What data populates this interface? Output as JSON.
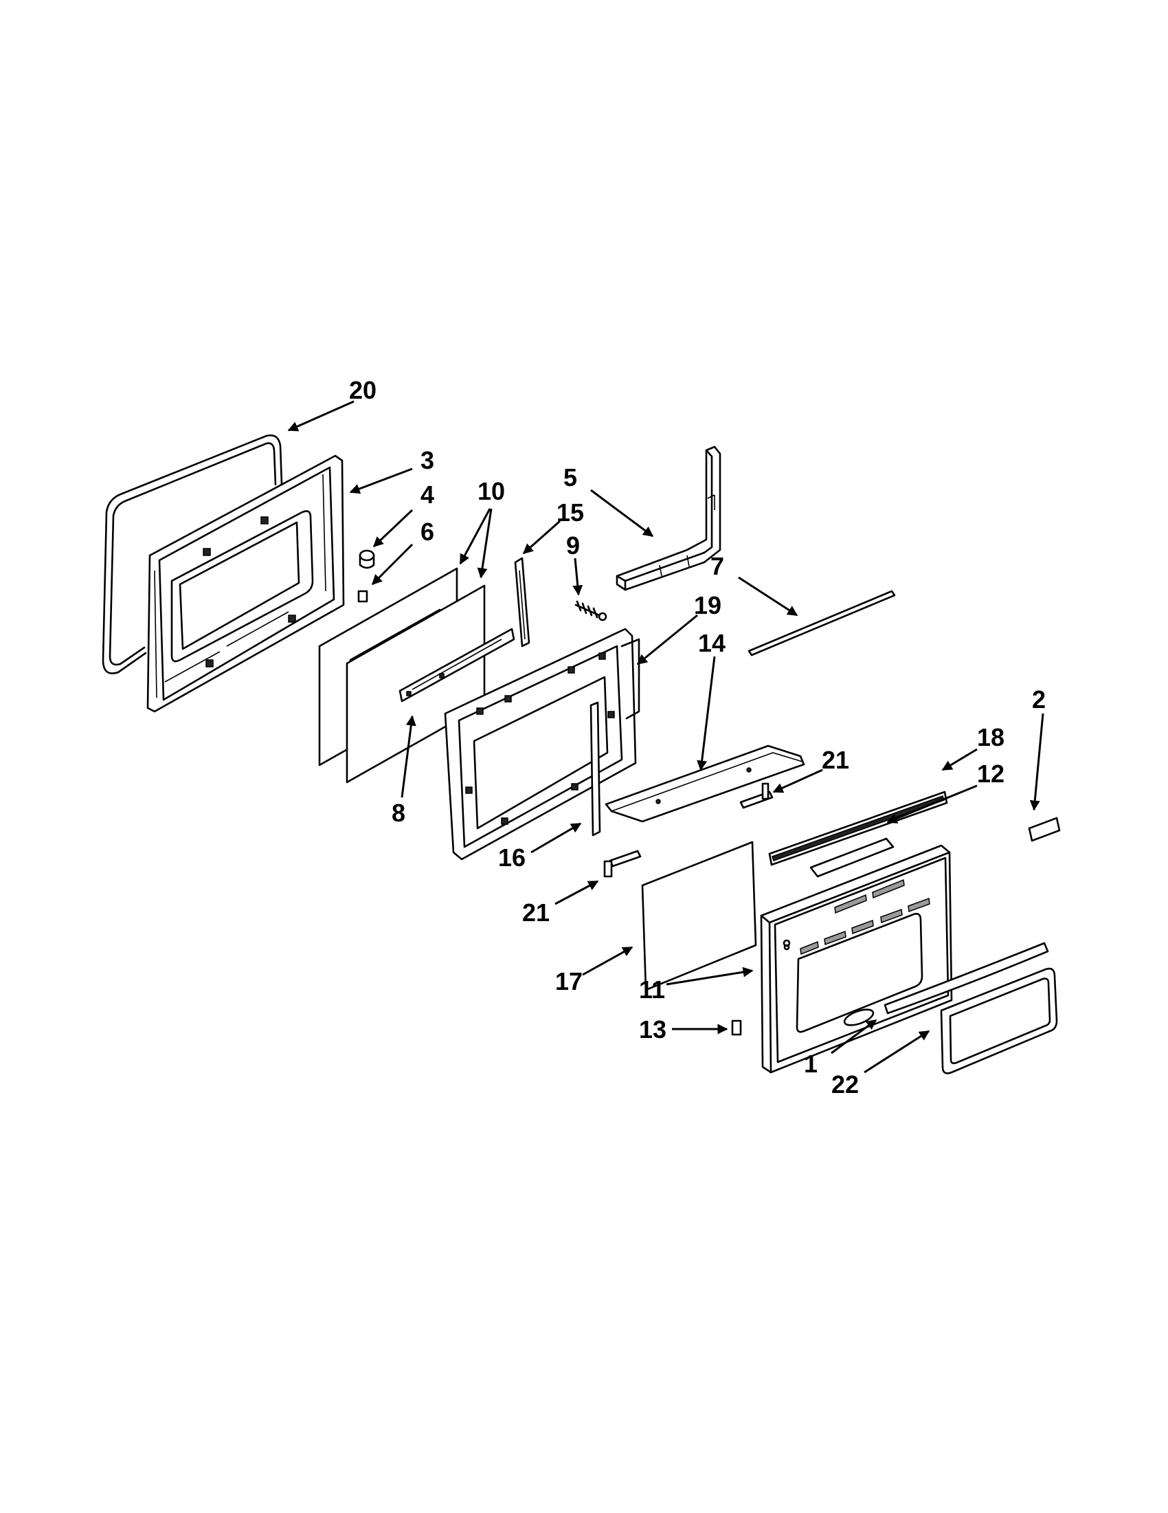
{
  "callouts": {
    "c1": "1",
    "c2": "2",
    "c3": "3",
    "c4": "4",
    "c5": "5",
    "c6": "6",
    "c7": "7",
    "c8": "8",
    "c9": "9",
    "c10": "10",
    "c11": "11",
    "c12": "12",
    "c13": "13",
    "c14": "14",
    "c15": "15",
    "c16": "16",
    "c17": "17",
    "c18": "18",
    "c19": "19",
    "c20": "20",
    "c21a": "21",
    "c21b": "21",
    "c22": "22"
  }
}
